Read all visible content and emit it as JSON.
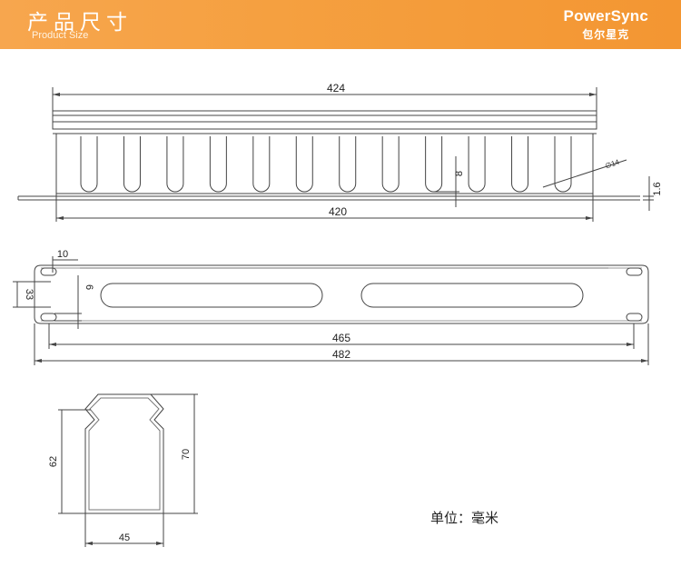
{
  "header": {
    "title": "产品尺寸",
    "subtitle": "Product Size",
    "brand_name": "PowerSync",
    "brand_cn": "包尔星克"
  },
  "top_view": {
    "overall_width": "424",
    "inner_width": "420",
    "slot_depth": "8",
    "slot_diameter": "∅14",
    "plate_thickness": "1.6",
    "slot_count": 12
  },
  "front_view": {
    "hole_offset": "10",
    "panel_height": "33",
    "hole_size": "6",
    "hole_spacing": "465",
    "overall_width": "482"
  },
  "section_view": {
    "height_inner": "62",
    "height_outer": "70",
    "width": "45"
  },
  "footer": {
    "unit_label": "单位：毫米"
  },
  "colors": {
    "banner": "#f5a040",
    "line": "#444444"
  }
}
